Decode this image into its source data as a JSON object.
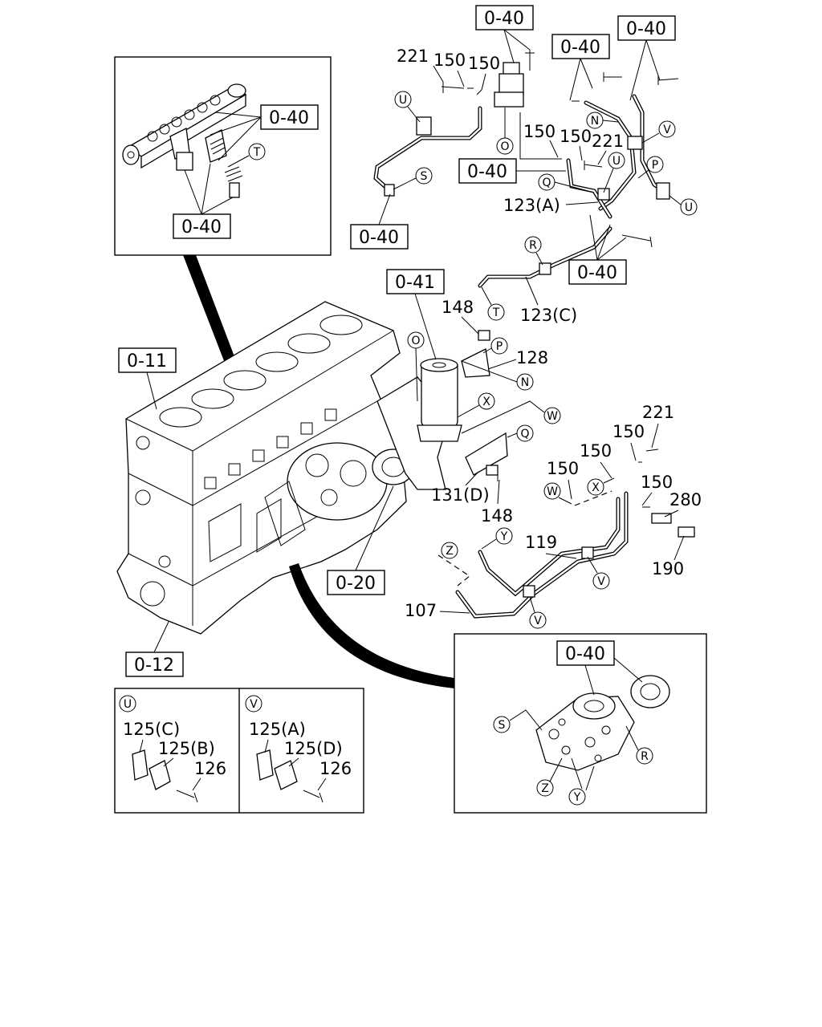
{
  "diagram": {
    "section_refs": {
      "top_center": "0-40",
      "top_right_a": "0-40",
      "top_right_b": "0-40",
      "inset_top": "0-40",
      "inset_bottom": "0-40",
      "pipe_s": "0-40",
      "left_mid": "0-40",
      "right_mid": "0-40",
      "filter": "0-41",
      "block_top": "0-11",
      "block_bottom": "0-12",
      "pump": "0-20",
      "inset_pump": "0-40"
    },
    "part_numbers": {
      "p221_a": "221",
      "p150_a": "150",
      "p150_b": "150",
      "p150_c": "150",
      "p150_d": "150",
      "p221_b": "221",
      "p123a": "123(A)",
      "p123c": "123(C)",
      "p148_a": "148",
      "p128": "128",
      "p131d": "131(D)",
      "p148_b": "148",
      "p221_c": "221",
      "p150_e": "150",
      "p150_f": "150",
      "p150_g": "150",
      "p150_h": "150",
      "p280": "280",
      "p190": "190",
      "p119": "119",
      "p107": "107",
      "u125c": "125(C)",
      "u125b": "125(B)",
      "u126": "126",
      "v125a": "125(A)",
      "v125d": "125(D)",
      "v126": "126"
    },
    "callouts": {
      "U": "U",
      "V": "V",
      "O": "O",
      "S": "S",
      "T": "T",
      "N": "N",
      "P": "P",
      "Q": "Q",
      "R": "R",
      "W": "W",
      "X": "X",
      "Y": "Y",
      "Z": "Z"
    }
  }
}
